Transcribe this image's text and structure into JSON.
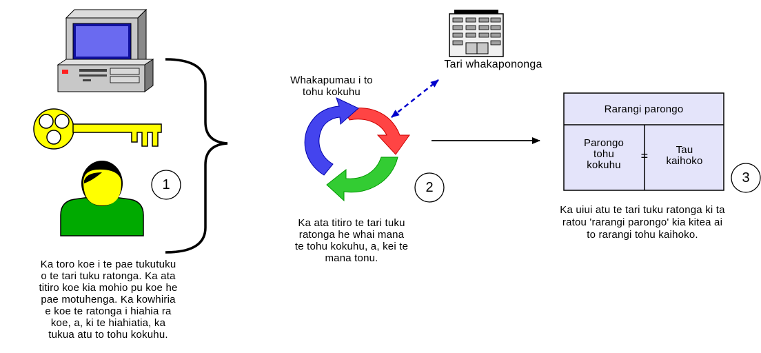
{
  "steps": {
    "step1": {
      "number": "1",
      "text": "Ka toro koe i te pae tukutuku\no te tari tuku ratonga. Ka ata\ntitiro koe kia mohio pu koe he\npae motuhenga. Ka kowhiria\ne koe te ratonga i hiahia ra\nkoe, a, ki te hiahiatia, ka\ntukua atu to tohu kokuhu."
    },
    "step2": {
      "number": "2",
      "text": "Ka ata titiro te tari tuku\nratonga  he whai mana\nte tohu kokuhu, a, kei te\nmana tonu."
    },
    "step3": {
      "number": "3",
      "text": "Ka uiui atu te tari tuku ratonga ki ta\nratou 'rarangi parongo' kia kitea ai\nto rarangi tohu kaihoko."
    }
  },
  "labels": {
    "office": "Tari whakapononga",
    "verify": "Whakapumau i to\ntohu kokuhu"
  },
  "list_box": {
    "title": "Rarangi parongo",
    "left": "Parongo\ntohu\nkokuhu",
    "equals": "=",
    "right": "Tau\nkaihoko"
  },
  "icons": {
    "computer": "computer-icon",
    "key": "key-icon",
    "user": "user-icon",
    "office": "office-building-icon",
    "cycle": "cycle-arrows-icon"
  },
  "colors": {
    "key": "#FFFF00",
    "user_body": "#00AA00",
    "user_head": "#FFFF00",
    "cycle_red": "#FF4444",
    "cycle_green": "#33CC33",
    "cycle_blue": "#4444EE",
    "dashed_arrow": "#0000CC",
    "list_box_fill": "#E4E4FA"
  }
}
